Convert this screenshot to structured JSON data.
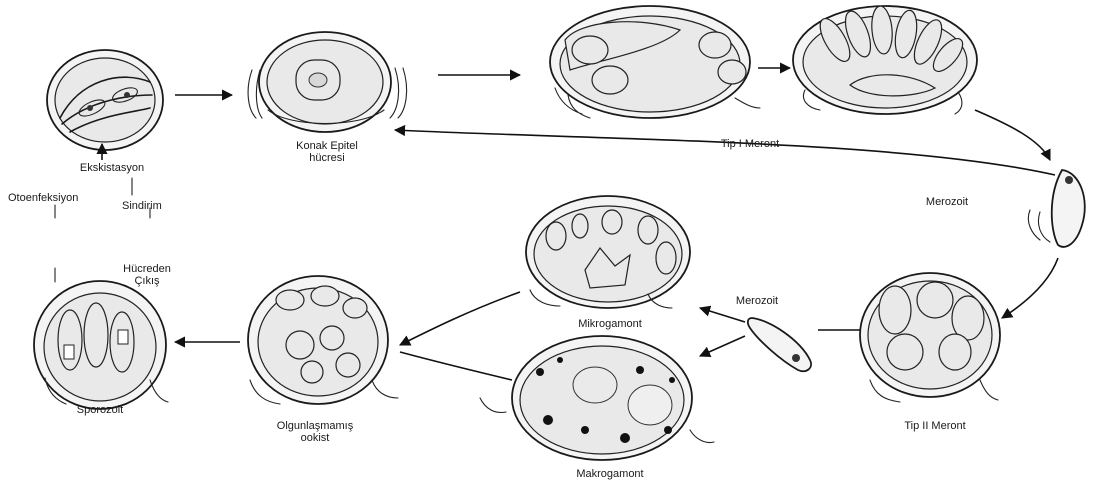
{
  "labels": {
    "ekskistasyon": "Ekskistasyon",
    "otoenfeksiyon": "Otoenfeksiyon",
    "sindirim": "Sindirim",
    "konak_epitel": "Konak Epitel\nhücresi",
    "tip1_meront": "Tip I Meront",
    "merozoit_right": "Merozoit",
    "merozoit_mid": "Merozoit",
    "tip2_meront": "Tip II Meront",
    "mikrogamont": "Mikrogamont",
    "makrogamont": "Makrogamont",
    "olgunlasmamis_ookist": "Olgunlaşmamış\nookist",
    "hucreden_cikis": "Hücreden\nÇıkış",
    "sporozoit": "Sporozoit"
  }
}
